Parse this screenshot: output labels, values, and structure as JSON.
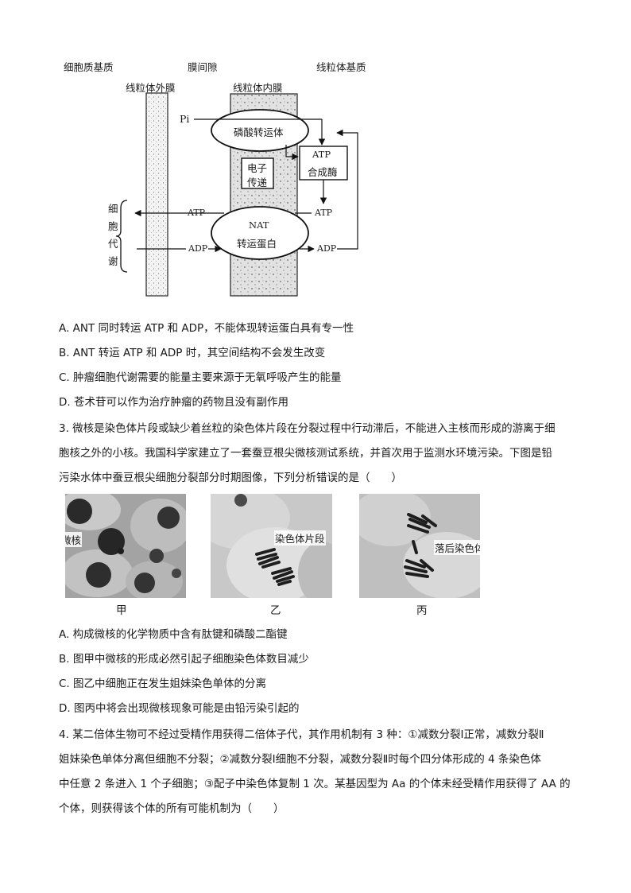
{
  "diagram": {
    "region_labels": [
      "细胞质基质",
      "膜间隙",
      "线粒体基质"
    ],
    "outer_membrane": "线粒体外膜",
    "inner_membrane": "线粒体内膜",
    "pi": "Pi",
    "phosphate_transporter": "磷酸转运体",
    "atp_synthase_line1": "ATP",
    "atp_synthase_line2": "合成酶",
    "electron_line1": "电子",
    "electron_line2": "传递",
    "nat_line1": "NAT",
    "nat_line2": "转运蛋白",
    "atp_left": "ATP",
    "adp_left": "ADP",
    "atp_right": "ATP",
    "adp_right": "ADP",
    "metabolism": [
      "细",
      "胞",
      "代",
      "谢"
    ]
  },
  "q2_options": [
    "A. ANT 同时转运 ATP 和 ADP，不能体现转运蛋白具有专一性",
    "B. ANT 转运 ATP 和 ADP 时，其空间结构不会发生改变",
    "C. 肿瘤细胞代谢需要的能量主要来源于无氧呼吸产生的能量",
    "D. 苍术苷可以作为治疗肿瘤的药物且没有副作用"
  ],
  "q3": {
    "lines": [
      "3. 微核是染色体片段或缺少着丝粒的染色体片段在分裂过程中行动滞后，不能进入主核而形成的游离于细",
      "胞核之外的小核。我国科学家建立了一套蚕豆根尖微核测试系统，并首次用于监测水环境污染。下图是铅",
      "污染水体中蚕豆根尖细胞分裂部分时期图像，下列分析错误的是（　　）"
    ],
    "photo_labels": {
      "a": "微核",
      "b": "染色体片段",
      "c": "落后染色体"
    },
    "captions": [
      "甲",
      "乙",
      "丙"
    ],
    "options": [
      "A.  构成微核的化学物质中含有肽键和磷酸二酯键",
      "B.  图甲中微核的形成必然引起子细胞染色体数目减少",
      "C.  图乙中细胞正在发生姐妹染色单体的分离",
      "D.  图丙中将会出现微核现象可能是由铅污染引起的"
    ]
  },
  "q4": {
    "lines": [
      "4. 某二倍体生物可不经过受精作用获得二倍体子代，其作用机制有 3 种：①减数分裂Ⅰ正常，减数分裂Ⅱ",
      "姐妹染色单体分离但细胞不分裂；②减数分裂Ⅰ细胞不分裂，减数分裂Ⅱ时每个四分体形成的 4 条染色体",
      "中任意 2 条进入 1 个子细胞；③配子中染色体复制 1 次。某基因型为 Aa 的个体未经受精作用获得了 AA 的",
      "个体，则获得该个体的所有可能机制为（　　）"
    ]
  }
}
